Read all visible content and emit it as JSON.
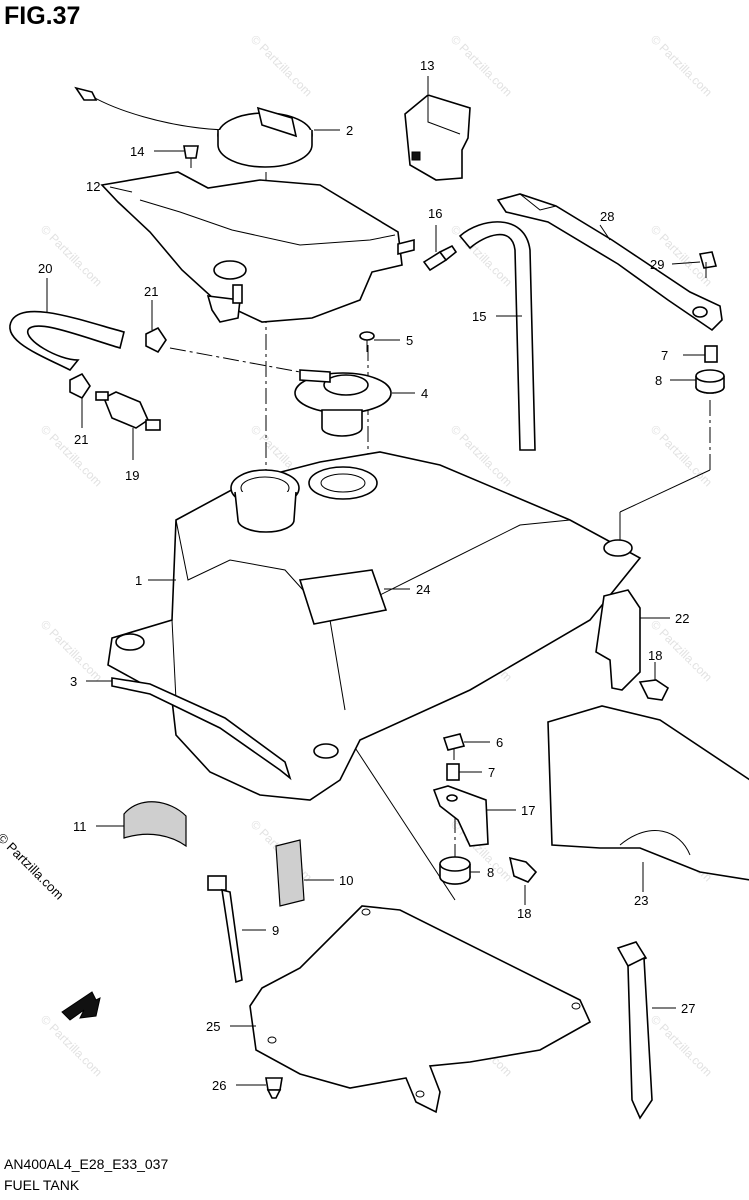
{
  "figure": {
    "title": "FIG.37",
    "model_code": "AN400AL4_E28_E33_037",
    "section_title": "FUEL TANK",
    "copyright": "© Partzilla.com",
    "watermark": "© Partzilla.com"
  },
  "callouts": [
    {
      "id": "1",
      "label": "1"
    },
    {
      "id": "2",
      "label": "2"
    },
    {
      "id": "3",
      "label": "3"
    },
    {
      "id": "4",
      "label": "4"
    },
    {
      "id": "5",
      "label": "5"
    },
    {
      "id": "6",
      "label": "6"
    },
    {
      "id": "7a",
      "label": "7"
    },
    {
      "id": "7b",
      "label": "7"
    },
    {
      "id": "8a",
      "label": "8"
    },
    {
      "id": "8b",
      "label": "8"
    },
    {
      "id": "9",
      "label": "9"
    },
    {
      "id": "10",
      "label": "10"
    },
    {
      "id": "11",
      "label": "11"
    },
    {
      "id": "12",
      "label": "12"
    },
    {
      "id": "13",
      "label": "13"
    },
    {
      "id": "14",
      "label": "14"
    },
    {
      "id": "15",
      "label": "15"
    },
    {
      "id": "16",
      "label": "16"
    },
    {
      "id": "17",
      "label": "17"
    },
    {
      "id": "18a",
      "label": "18"
    },
    {
      "id": "18b",
      "label": "18"
    },
    {
      "id": "19",
      "label": "19"
    },
    {
      "id": "20",
      "label": "20"
    },
    {
      "id": "21a",
      "label": "21"
    },
    {
      "id": "21b",
      "label": "21"
    },
    {
      "id": "22",
      "label": "22"
    },
    {
      "id": "23",
      "label": "23"
    },
    {
      "id": "24",
      "label": "24"
    },
    {
      "id": "25",
      "label": "25"
    },
    {
      "id": "26",
      "label": "26"
    },
    {
      "id": "27",
      "label": "27"
    },
    {
      "id": "28",
      "label": "28"
    },
    {
      "id": "29",
      "label": "29"
    }
  ],
  "colors": {
    "line": "#000000",
    "background": "#ffffff",
    "watermark": "#e2e2e2"
  }
}
